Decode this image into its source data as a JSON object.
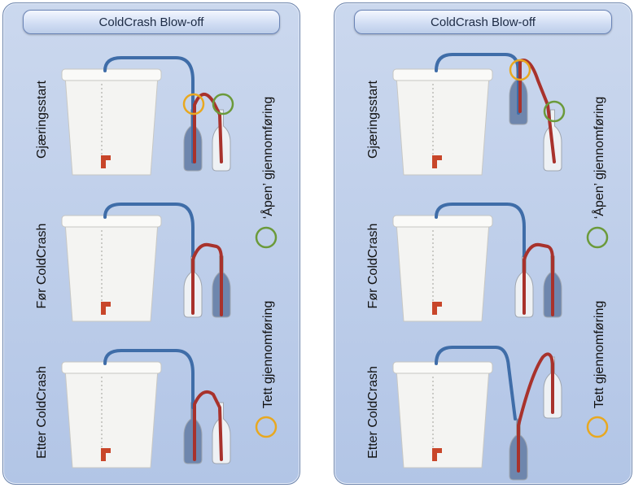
{
  "panels": [
    {
      "title": "ColdCrash Blow-off",
      "rows": [
        {
          "label": "Gjæringsstart",
          "variant": "start-left"
        },
        {
          "label": "Før ColdCrash",
          "variant": "before"
        },
        {
          "label": "Etter ColdCrash",
          "variant": "after-left"
        }
      ],
      "legend": {
        "open": "‘Åpen’ gjennomføring",
        "closed": "Tett gjennomføring"
      }
    },
    {
      "title": "ColdCrash Blow-off",
      "rows": [
        {
          "label": "Gjæringsstart",
          "variant": "start-right"
        },
        {
          "label": "Før ColdCrash",
          "variant": "before"
        },
        {
          "label": "Etter ColdCrash",
          "variant": "after-right"
        }
      ],
      "legend": {
        "open": "‘Åpen’ gjennomføring",
        "closed": "Tett gjennomføring"
      }
    }
  ],
  "colors": {
    "open_marker": "#6b9a3a",
    "closed_marker": "#e8a820",
    "blue_tube": "#3f6da8",
    "red_tube": "#a8322c"
  }
}
